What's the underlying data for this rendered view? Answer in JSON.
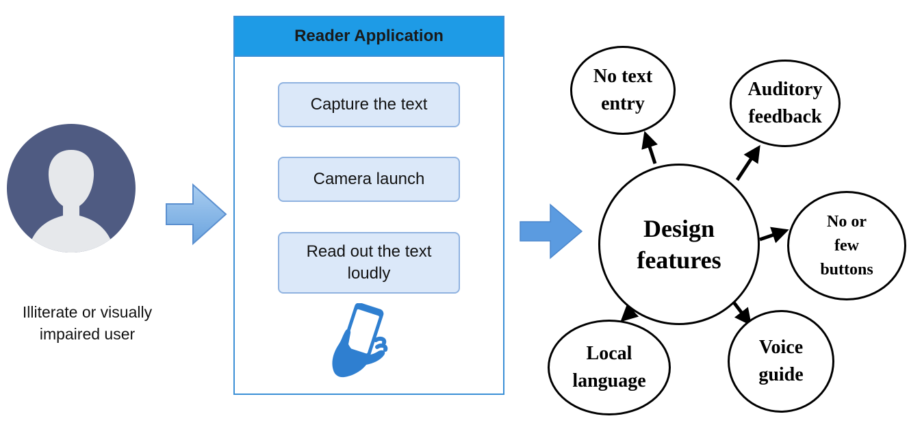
{
  "user": {
    "caption_line1": "Illiterate or visually",
    "caption_line2": "impaired user",
    "icon": "user-silhouette-icon"
  },
  "reader": {
    "title": "Reader Application",
    "steps": [
      {
        "line1": "Capture the text",
        "line2": ""
      },
      {
        "line1": "Camera launch",
        "line2": ""
      },
      {
        "line1": "Read out the text",
        "line2": "loudly"
      }
    ],
    "icon": "smartphone-hand-icon"
  },
  "features": {
    "center_line1": "Design",
    "center_line2": "features",
    "nodes": [
      {
        "line1": "No text",
        "line2": "entry",
        "line3": ""
      },
      {
        "line1": "Auditory",
        "line2": "feedback",
        "line3": ""
      },
      {
        "line1": "No or",
        "line2": "few",
        "line3": "buttons"
      },
      {
        "line1": "Local",
        "line2": "language",
        "line3": ""
      },
      {
        "line1": "Voice",
        "line2": "guide",
        "line3": ""
      }
    ]
  },
  "colors": {
    "header_blue": "#1e9be6",
    "step_fill": "#dbe8f9",
    "step_border": "#8fb2e0",
    "avatar_circle": "#4f5b82",
    "avatar_figure": "#e6e8eb",
    "arrow_fill": "#7fb2e6",
    "arrow_stroke": "#5a8fcf"
  }
}
